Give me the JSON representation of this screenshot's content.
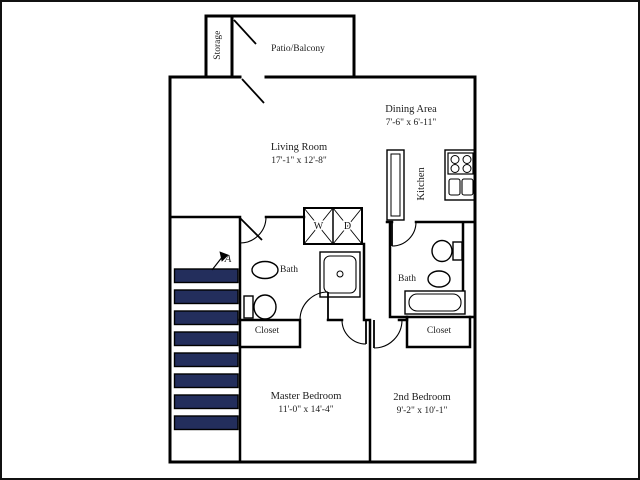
{
  "floorplan": {
    "rooms": {
      "storage": {
        "label": "Storage"
      },
      "patio": {
        "label": "Patio/Balcony"
      },
      "living": {
        "label": "Living Room",
        "dims": "17'-1\" x 12'-8\""
      },
      "dining": {
        "label": "Dining Area",
        "dims": "7'-6\" x 6'-11\""
      },
      "kitchen": {
        "label": "Kitchen"
      },
      "bath_master": {
        "label": "Bath"
      },
      "bath_second": {
        "label": "Bath"
      },
      "closet_master": {
        "label": "Closet"
      },
      "closet_second": {
        "label": "Closet"
      },
      "master_bedroom": {
        "label": "Master Bedroom",
        "dims": "11'-0\" x 14'-4\""
      },
      "second_bedroom": {
        "label": "2nd Bedroom",
        "dims": "9'-2\" x 10'-1\""
      }
    },
    "appliances": {
      "washer": "W",
      "dryer": "D"
    },
    "markers": {
      "entry": "A"
    },
    "colors": {
      "stair_fill": "#232e5c",
      "wall": "#000000",
      "background": "#ffffff"
    }
  }
}
